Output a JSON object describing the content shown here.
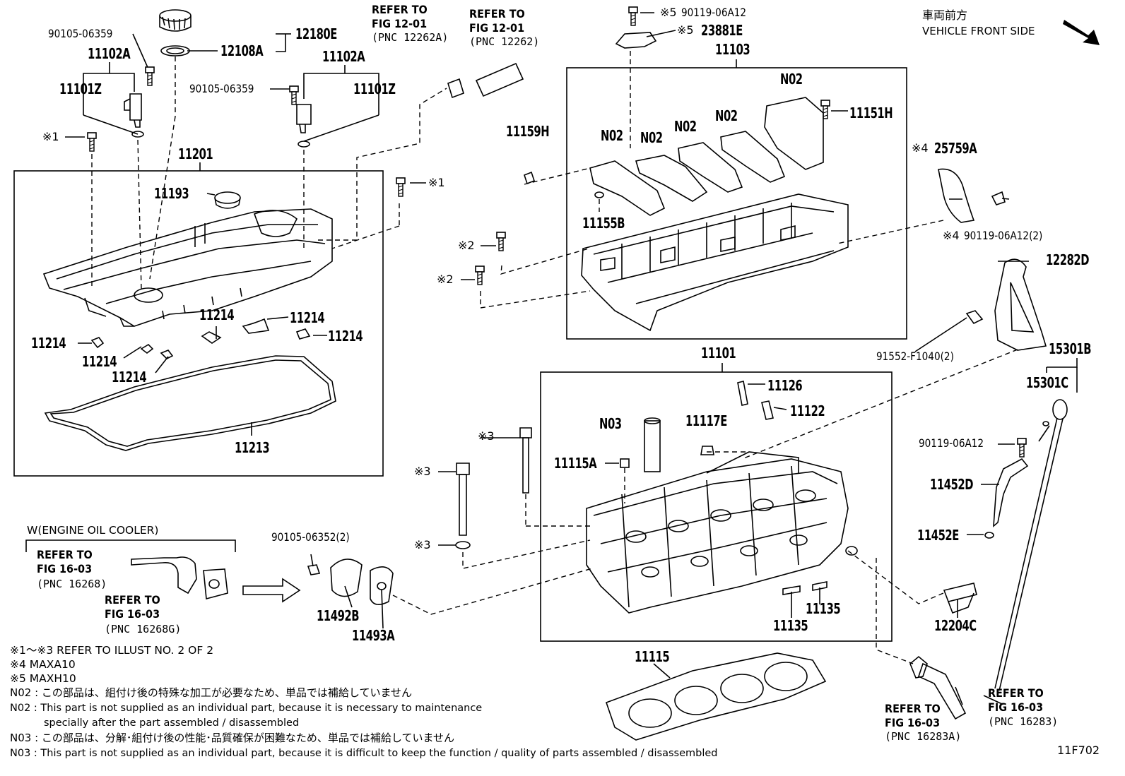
{
  "header": {
    "jp": "車両前方",
    "en": "VEHICLE FRONT SIDE"
  },
  "figure_code": "11F702",
  "parts": {
    "p_12180E": "12180E",
    "p_12108A": "12108A",
    "p_90105_06359_a": "90105-06359",
    "p_11102A_a": "11102A",
    "p_11101Z_a": "11101Z",
    "p_90105_06359_b": "90105-06359",
    "p_11102A_b": "11102A",
    "p_11101Z_b": "11101Z",
    "p_11201": "11201",
    "p_11193": "11193",
    "p_11214_1": "11214",
    "p_11214_2": "11214",
    "p_11214_3": "11214",
    "p_11214_4": "11214",
    "p_11214_5": "11214",
    "p_11214_6": "11214",
    "p_11213": "11213",
    "p_90119_06A12_top": "90119-06A12",
    "p_23881E": "23881E",
    "p_11103": "11103",
    "p_N02_1": "N02",
    "p_N02_2": "N02",
    "p_N02_3": "N02",
    "p_N02_4": "N02",
    "p_N02_5": "N02",
    "p_11151H": "11151H",
    "p_11159H": "11159H",
    "p_11155B": "11155B",
    "p_25759A": "25759A",
    "p_90119_06A12_2": "90119-06A12(2)",
    "p_12282D": "12282D",
    "p_91552_F1040": "91552-F1040(2)",
    "p_15301B": "15301B",
    "p_15301C": "15301C",
    "p_11101": "11101",
    "p_11126": "11126",
    "p_11122": "11122",
    "p_N03": "N03",
    "p_11117E": "11117E",
    "p_11115A": "11115A",
    "p_90119_06A12_r": "90119-06A12",
    "p_11452D": "11452D",
    "p_11452E": "11452E",
    "p_12204C": "12204C",
    "p_11135_a": "11135",
    "p_11135_b": "11135",
    "p_11115": "11115",
    "p_90105_06352": "90105-06352(2)",
    "p_11492B": "11492B",
    "p_11493A": "11493A"
  },
  "marks": {
    "m1_a": "※1",
    "m1_b": "※1",
    "m2_a": "※2",
    "m2_b": "※2",
    "m3_a": "※3",
    "m3_b": "※3",
    "m3_c": "※3",
    "m4_a": "※4",
    "m4_b": "※4",
    "m5_a": "※5",
    "m5_b": "※5"
  },
  "refs": {
    "r1_a": "REFER TO",
    "r1_b": "FIG 12-01",
    "r1_c": "(PNC 12262A)",
    "r2_a": "REFER TO",
    "r2_b": "FIG 12-01",
    "r2_c": "(PNC 12262)",
    "r3_a": "REFER TO",
    "r3_b": "FIG 16-03",
    "r3_c": "(PNC 16268)",
    "r4_a": "REFER TO",
    "r4_b": "FIG 16-03",
    "r4_c": "(PNC 16268G)",
    "r5_a": "REFER TO",
    "r5_b": "FIG 16-03",
    "r5_c": "(PNC 16283A)",
    "r6_a": "REFER TO",
    "r6_b": "FIG 16-03",
    "r6_c": "(PNC 16283)"
  },
  "oil_cooler_label": "W(ENGINE OIL COOLER)",
  "notes": [
    "※1～※3  REFER TO ILLUST NO. 2 OF 2",
    "※4 MAXA10",
    "※5 MAXH10",
    "N02 : この部品は、組付け後の特殊な加工が必要なため、単品では補給していません",
    "N02 : This part is not supplied as an individual part, because it is necessary to maintenance",
    "specially after the part assembled / disassembled",
    "N03 : この部品は、分解･組付け後の性能･品質確保が困難なため、単品では補給していません",
    "N03 : This part is not supplied as an individual part, because it is difficult to keep the function / quality of parts  assembled / disassembled"
  ]
}
